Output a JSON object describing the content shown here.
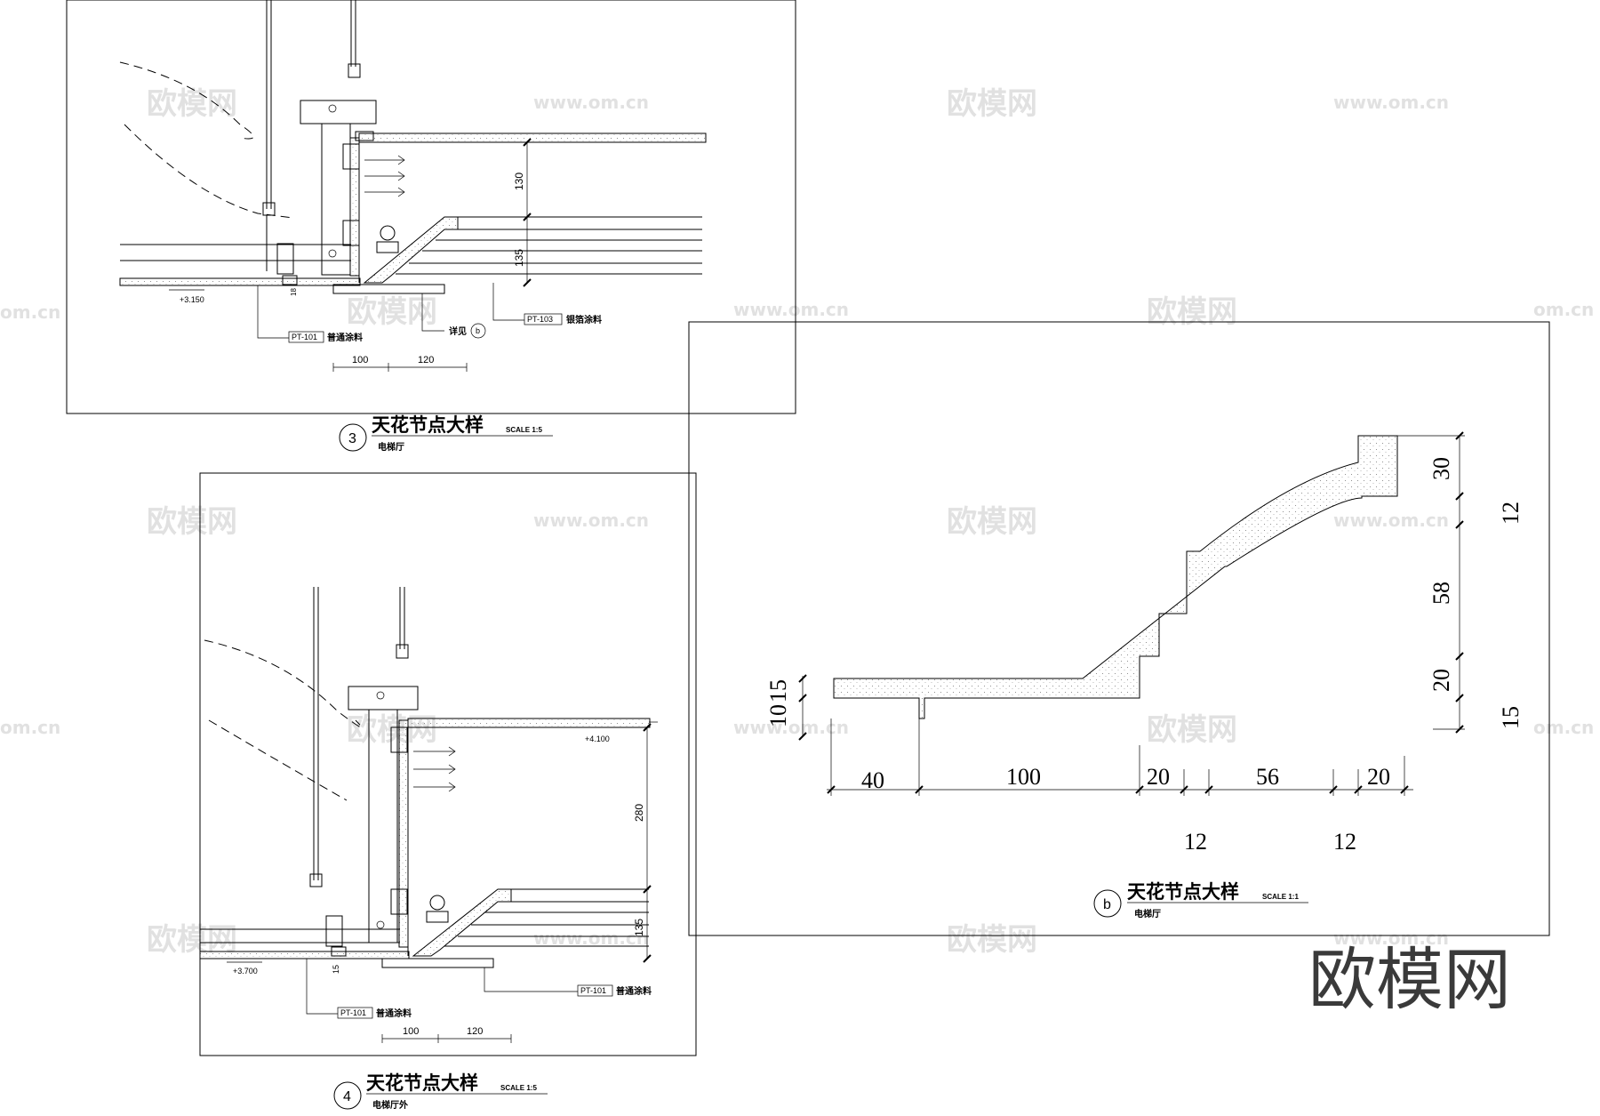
{
  "watermark": {
    "cn": "欧模网",
    "url": "www.om.cn",
    "url_short": "om.cn"
  },
  "logo": {
    "text": "欧模网"
  },
  "detail3": {
    "number": "3",
    "title": "天花节点大样",
    "scale": "SCALE 1:5",
    "subtitle": "电梯厅",
    "level": "+3.150",
    "dims": {
      "d130": "130",
      "d135": "135",
      "d18": "18",
      "d100": "100",
      "d120": "120"
    },
    "tags": {
      "pt101_code": "PT-101",
      "pt101_text": "普通涂料",
      "pt103_code": "PT-103",
      "pt103_text": "银箔涂料",
      "see_text": "详见",
      "see_ref": "b"
    }
  },
  "detail4": {
    "number": "4",
    "title": "天花节点大样",
    "scale": "SCALE 1:5",
    "subtitle": "电梯厅外",
    "level_top": "+4.100",
    "level_bottom": "+3.700",
    "dims": {
      "d280": "280",
      "d135": "135",
      "d15": "15",
      "d100": "100",
      "d120": "120"
    },
    "tags": {
      "pt101a_code": "PT-101",
      "pt101a_text": "普通涂料",
      "pt101b_code": "PT-101",
      "pt101b_text": "普通涂料"
    }
  },
  "detail_b": {
    "number": "b",
    "title": "天花节点大样",
    "scale": "SCALE 1:1",
    "subtitle": "电梯厅",
    "dims": {
      "h40": "40",
      "h100": "100",
      "h20a": "20",
      "h56": "56",
      "h20b": "20",
      "h12a": "12",
      "h12b": "12",
      "v30": "30",
      "v58": "58",
      "v20": "20",
      "v15": "15",
      "v12": "12",
      "v15r": "15",
      "v10": "10"
    }
  }
}
